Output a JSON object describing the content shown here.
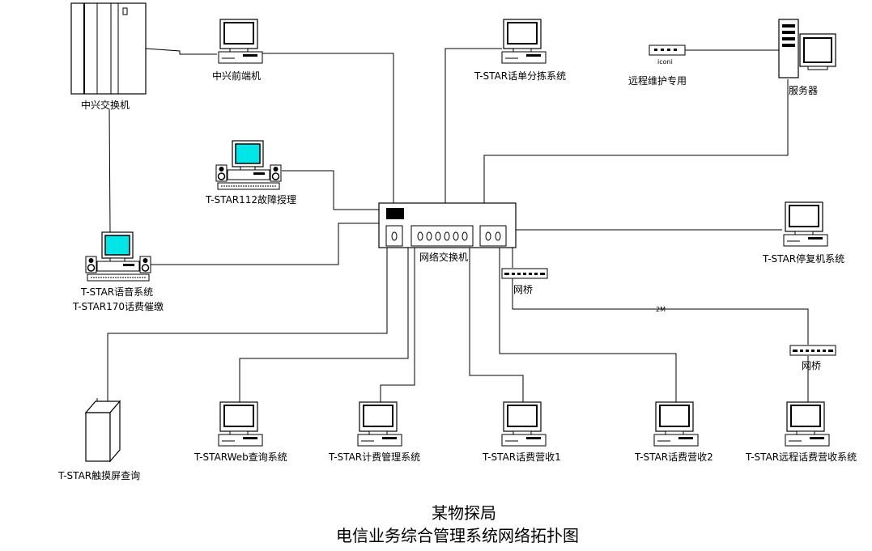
{
  "title_line1": "某物探局",
  "title_line2": "电信业务综合管理系统网络拓扑图",
  "labels": {
    "zte_switch": "中兴交换机",
    "zte_frontend": "中兴前端机",
    "bill_sort": "T-STAR话单分拣系统",
    "remote_maint": "远程维护专用",
    "server": "服务器",
    "fault112": "T-STAR112故障授理",
    "voice1": "T-STAR语音系统",
    "voice2": "T-STAR170话费催缴",
    "net_switch": "网络交换机",
    "stop_resume": "T-STAR停复机系统",
    "bridge1": "网桥",
    "link_2m": "2M",
    "bridge2": "网桥",
    "touch": "T-STAR触摸屏查询",
    "web_query": "T-STARWeb查询系统",
    "billing_mgmt": "T-STAR计费管理系统",
    "fee1": "T-STAR话费营收1",
    "fee2": "T-STAR话费营收2",
    "remote_fee": "T-STAR远程话费营收系统",
    "modem_text": "iconi"
  }
}
